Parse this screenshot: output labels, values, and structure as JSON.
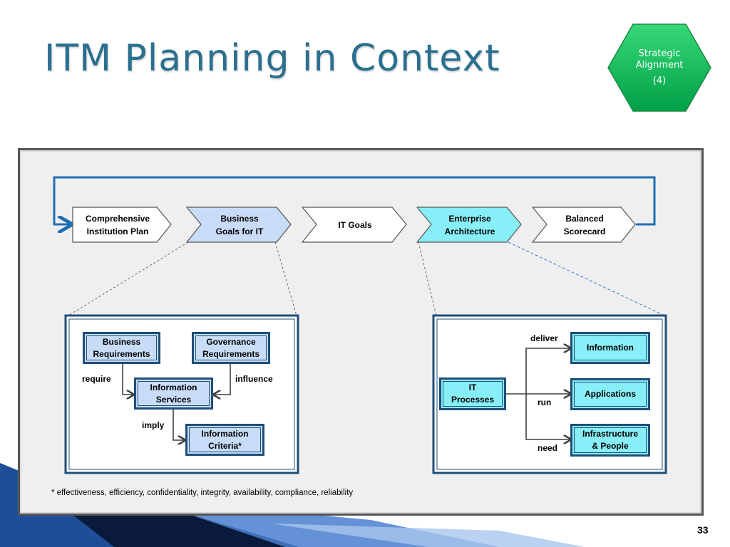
{
  "title": "ITM Planning in Context",
  "badge": {
    "lines": [
      "Strategic",
      "Alignment",
      "(4)"
    ]
  },
  "flow": [
    {
      "lines": [
        "Comprehensive",
        "Institution Plan"
      ]
    },
    {
      "lines": [
        "Business",
        "Goals for IT"
      ]
    },
    {
      "lines": [
        "IT Goals"
      ]
    },
    {
      "lines": [
        "Enterprise",
        "Architecture"
      ]
    },
    {
      "lines": [
        "Balanced",
        "Scorecard"
      ]
    }
  ],
  "left_detail": {
    "nodes": {
      "business_requirements": [
        "Business",
        "Requirements"
      ],
      "governance_requirements": [
        "Governance",
        "Requirements"
      ],
      "information_services": [
        "Information",
        "Services"
      ],
      "information_criteria": [
        "Information",
        "Criteria*"
      ]
    },
    "edges": {
      "require": "require",
      "influence": "influence",
      "imply": "imply"
    }
  },
  "right_detail": {
    "nodes": {
      "it_processes": [
        "IT",
        "Processes"
      ],
      "information": [
        "Information"
      ],
      "applications": [
        "Applications"
      ],
      "infrastructure": [
        "Infrastructure",
        "& People"
      ]
    },
    "edges": {
      "deliver": "deliver",
      "run": "run",
      "need": "need"
    }
  },
  "footnote": "* effectiveness, efficiency, confidentiality, integrity, availability, compliance, reliability",
  "page_number": "33",
  "colors": {
    "title": "#2a6f8e",
    "badge": "#00b050",
    "loop_arrow": "#1f6fb5",
    "node_border": "#1f4e79",
    "node_light": "#c8dcf7",
    "node_cyan": "#88eef7"
  }
}
